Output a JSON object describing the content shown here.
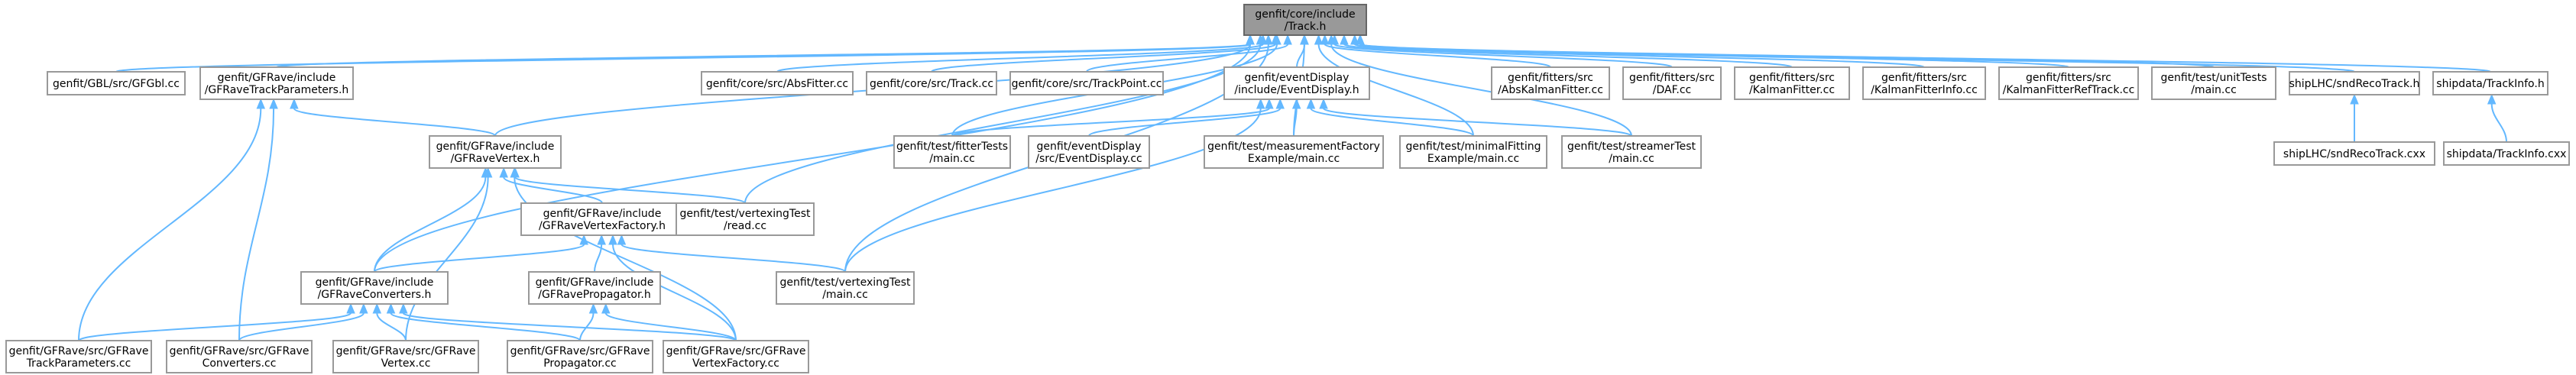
{
  "graph": {
    "root": "n_root",
    "nodes": [
      {
        "id": "n_root",
        "lines": [
          "genfit/core/include",
          "/Track.h"
        ]
      },
      {
        "id": "n_gbl",
        "lines": [
          "genfit/GBL/src/GFGbl.cc"
        ]
      },
      {
        "id": "n_gfrtp",
        "lines": [
          "genfit/GFRave/include",
          "/GFRaveTrackParameters.h"
        ]
      },
      {
        "id": "n_absfitter",
        "lines": [
          "genfit/core/src/AbsFitter.cc"
        ]
      },
      {
        "id": "n_trackcc",
        "lines": [
          "genfit/core/src/Track.cc"
        ]
      },
      {
        "id": "n_trackpoint",
        "lines": [
          "genfit/core/src/TrackPoint.cc"
        ]
      },
      {
        "id": "n_evdisp_h",
        "lines": [
          "genfit/eventDisplay",
          "/include/EventDisplay.h"
        ]
      },
      {
        "id": "n_abskalman",
        "lines": [
          "genfit/fitters/src",
          "/AbsKalmanFitter.cc"
        ]
      },
      {
        "id": "n_daf",
        "lines": [
          "genfit/fitters/src",
          "/DAF.cc"
        ]
      },
      {
        "id": "n_kalman",
        "lines": [
          "genfit/fitters/src",
          "/KalmanFitter.cc"
        ]
      },
      {
        "id": "n_kalmaninfo",
        "lines": [
          "genfit/fitters/src",
          "/KalmanFitterInfo.cc"
        ]
      },
      {
        "id": "n_kalmanref",
        "lines": [
          "genfit/fitters/src",
          "/KalmanFitterRefTrack.cc"
        ]
      },
      {
        "id": "n_unittests",
        "lines": [
          "genfit/test/unitTests",
          "/main.cc"
        ]
      },
      {
        "id": "n_sndh",
        "lines": [
          "shipLHC/sndRecoTrack.h"
        ]
      },
      {
        "id": "n_shipinfo_h",
        "lines": [
          "shipdata/TrackInfo.h"
        ]
      },
      {
        "id": "n_gfrv_h",
        "lines": [
          "genfit/GFRave/include",
          "/GFRaveVertex.h"
        ]
      },
      {
        "id": "n_fittertests",
        "lines": [
          "genfit/test/fitterTests",
          "/main.cc"
        ]
      },
      {
        "id": "n_evdisp_cc",
        "lines": [
          "genfit/eventDisplay",
          "/src/EventDisplay.cc"
        ]
      },
      {
        "id": "n_measfactory",
        "lines": [
          "genfit/test/measurementFactory",
          "Example/main.cc"
        ]
      },
      {
        "id": "n_minimal",
        "lines": [
          "genfit/test/minimalFitting",
          "Example/main.cc"
        ]
      },
      {
        "id": "n_streamer",
        "lines": [
          "genfit/test/streamerTest",
          "/main.cc"
        ]
      },
      {
        "id": "n_sndcxx",
        "lines": [
          "shipLHC/sndRecoTrack.cxx"
        ]
      },
      {
        "id": "n_shipinfo_cxx",
        "lines": [
          "shipdata/TrackInfo.cxx"
        ]
      },
      {
        "id": "n_gfrvf_h",
        "lines": [
          "genfit/GFRave/include",
          "/GFRaveVertexFactory.h"
        ]
      },
      {
        "id": "n_vtxread",
        "lines": [
          "genfit/test/vertexingTest",
          "/read.cc"
        ]
      },
      {
        "id": "n_gfrconv_h",
        "lines": [
          "genfit/GFRave/include",
          "/GFRaveConverters.h"
        ]
      },
      {
        "id": "n_gfrprop_h",
        "lines": [
          "genfit/GFRave/include",
          "/GFRavePropagator.h"
        ]
      },
      {
        "id": "n_vtxmain",
        "lines": [
          "genfit/test/vertexingTest",
          "/main.cc"
        ]
      },
      {
        "id": "n_src_tp",
        "lines": [
          "genfit/GFRave/src/GFRave",
          "TrackParameters.cc"
        ]
      },
      {
        "id": "n_src_conv",
        "lines": [
          "genfit/GFRave/src/GFRave",
          "Converters.cc"
        ]
      },
      {
        "id": "n_src_vertex",
        "lines": [
          "genfit/GFRave/src/GFRave",
          "Vertex.cc"
        ]
      },
      {
        "id": "n_src_prop",
        "lines": [
          "genfit/GFRave/src/GFRave",
          "Propagator.cc"
        ]
      },
      {
        "id": "n_src_vf",
        "lines": [
          "genfit/GFRave/src/GFRave",
          "VertexFactory.cc"
        ]
      }
    ],
    "edges": [
      {
        "from": "n_gbl",
        "to": "n_root"
      },
      {
        "from": "n_gfrtp",
        "to": "n_root"
      },
      {
        "from": "n_absfitter",
        "to": "n_root"
      },
      {
        "from": "n_trackcc",
        "to": "n_root"
      },
      {
        "from": "n_trackpoint",
        "to": "n_root"
      },
      {
        "from": "n_evdisp_h",
        "to": "n_root"
      },
      {
        "from": "n_abskalman",
        "to": "n_root"
      },
      {
        "from": "n_daf",
        "to": "n_root"
      },
      {
        "from": "n_kalman",
        "to": "n_root"
      },
      {
        "from": "n_kalmaninfo",
        "to": "n_root"
      },
      {
        "from": "n_kalmanref",
        "to": "n_root"
      },
      {
        "from": "n_unittests",
        "to": "n_root"
      },
      {
        "from": "n_sndh",
        "to": "n_root"
      },
      {
        "from": "n_shipinfo_h",
        "to": "n_root"
      },
      {
        "from": "n_gfrv_h",
        "to": "n_root"
      },
      {
        "from": "n_fittertests",
        "to": "n_root"
      },
      {
        "from": "n_measfactory",
        "to": "n_root"
      },
      {
        "from": "n_minimal",
        "to": "n_root"
      },
      {
        "from": "n_streamer",
        "to": "n_root"
      },
      {
        "from": "n_gfrconv_h",
        "to": "n_root"
      },
      {
        "from": "n_vtxread",
        "to": "n_root"
      },
      {
        "from": "n_vtxmain",
        "to": "n_root"
      },
      {
        "from": "n_gfrv_h",
        "to": "n_gfrtp"
      },
      {
        "from": "n_src_tp",
        "to": "n_gfrtp"
      },
      {
        "from": "n_src_conv",
        "to": "n_gfrtp"
      },
      {
        "from": "n_fittertests",
        "to": "n_evdisp_h"
      },
      {
        "from": "n_evdisp_cc",
        "to": "n_evdisp_h"
      },
      {
        "from": "n_measfactory",
        "to": "n_evdisp_h"
      },
      {
        "from": "n_minimal",
        "to": "n_evdisp_h"
      },
      {
        "from": "n_streamer",
        "to": "n_evdisp_h"
      },
      {
        "from": "n_vtxmain",
        "to": "n_evdisp_h"
      },
      {
        "from": "n_sndcxx",
        "to": "n_sndh"
      },
      {
        "from": "n_shipinfo_cxx",
        "to": "n_shipinfo_h"
      },
      {
        "from": "n_gfrconv_h",
        "to": "n_gfrv_h"
      },
      {
        "from": "n_gfrvf_h",
        "to": "n_gfrv_h"
      },
      {
        "from": "n_vtxread",
        "to": "n_gfrv_h"
      },
      {
        "from": "n_src_vertex",
        "to": "n_gfrv_h"
      },
      {
        "from": "n_src_vf",
        "to": "n_gfrv_h"
      },
      {
        "from": "n_gfrconv_h",
        "to": "n_gfrvf_h"
      },
      {
        "from": "n_gfrprop_h",
        "to": "n_gfrvf_h"
      },
      {
        "from": "n_vtxmain",
        "to": "n_gfrvf_h"
      },
      {
        "from": "n_src_vf",
        "to": "n_gfrvf_h"
      },
      {
        "from": "n_src_tp",
        "to": "n_gfrconv_h"
      },
      {
        "from": "n_src_conv",
        "to": "n_gfrconv_h"
      },
      {
        "from": "n_src_vertex",
        "to": "n_gfrconv_h"
      },
      {
        "from": "n_src_prop",
        "to": "n_gfrconv_h"
      },
      {
        "from": "n_src_vf",
        "to": "n_gfrconv_h"
      },
      {
        "from": "n_src_prop",
        "to": "n_gfrprop_h"
      },
      {
        "from": "n_src_vf",
        "to": "n_gfrprop_h"
      }
    ]
  },
  "colors": {
    "edge": "#63b8ff",
    "node_border": "#999999",
    "root_fill": "#999999",
    "background": "#ffffff"
  }
}
